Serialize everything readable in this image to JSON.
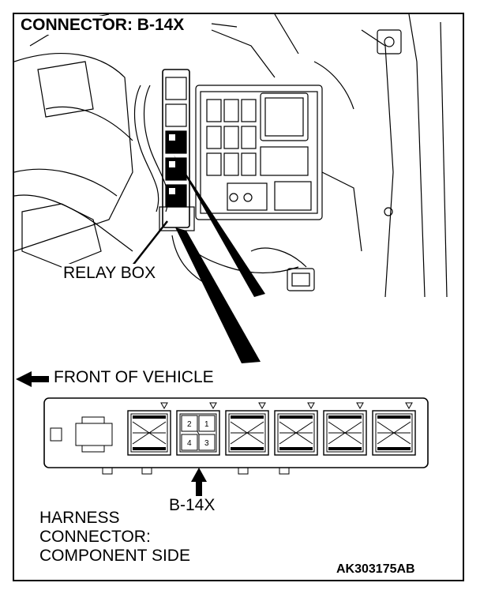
{
  "title": "CONNECTOR: B-14X",
  "callout_relay_box": "RELAY BOX",
  "front_label": "FRONT OF VEHICLE",
  "connector_label": "B-14X",
  "harness_lines": [
    "HARNESS",
    "CONNECTOR:",
    "COMPONENT SIDE"
  ],
  "figure_code": "AK303175AB",
  "highlighted_connector": {
    "pins": [
      "2",
      "1",
      "4",
      "3"
    ]
  },
  "colors": {
    "ink": "#000000",
    "paper": "#ffffff"
  }
}
